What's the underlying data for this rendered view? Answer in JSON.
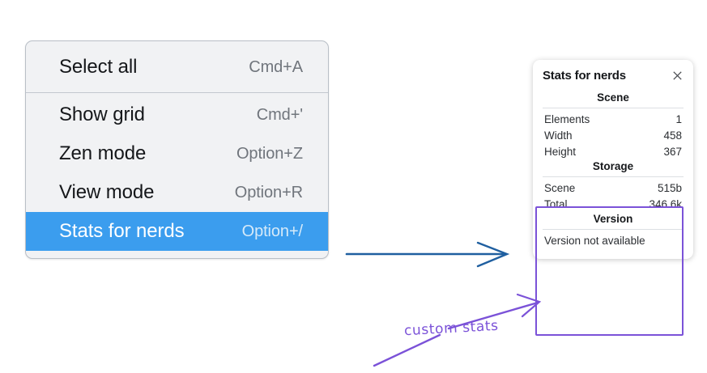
{
  "menu": {
    "groups": [
      {
        "items": [
          {
            "label": "Select all",
            "shortcut": "Cmd+A",
            "selected": false
          }
        ]
      },
      {
        "items": [
          {
            "label": "Show grid",
            "shortcut": "Cmd+'",
            "selected": false
          },
          {
            "label": "Zen mode",
            "shortcut": "Option+Z",
            "selected": false
          },
          {
            "label": "View mode",
            "shortcut": "Option+R",
            "selected": false
          },
          {
            "label": "Stats for nerds",
            "shortcut": "Option+/",
            "selected": true
          }
        ]
      }
    ],
    "highlight_color": "#3b9dee"
  },
  "stats_panel": {
    "title": "Stats for nerds",
    "close_icon": "close-icon",
    "sections": [
      {
        "heading": "Scene",
        "rows": [
          {
            "label": "Elements",
            "value": "1"
          },
          {
            "label": "Width",
            "value": "458"
          },
          {
            "label": "Height",
            "value": "367"
          }
        ]
      },
      {
        "heading": "Storage",
        "rows": [
          {
            "label": "Scene",
            "value": "515b"
          },
          {
            "label": "Total",
            "value": "346.6k"
          }
        ]
      },
      {
        "heading": "Version",
        "single": "Version not available"
      }
    ]
  },
  "annotations": {
    "custom_stats_label": "custom stats",
    "annotation_color": "#7b52d8",
    "arrow_color": "#1f5fa0"
  }
}
